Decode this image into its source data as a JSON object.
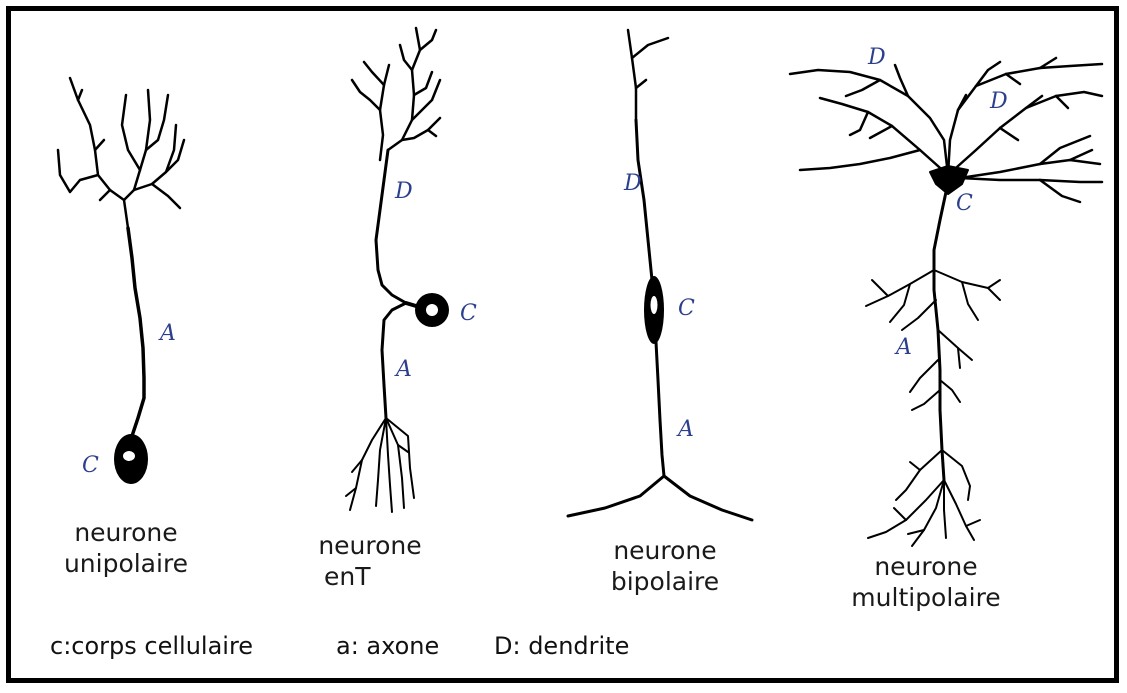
{
  "neurons": [
    {
      "line1": "neurone",
      "line2": "unipolaire"
    },
    {
      "line1": "neurone",
      "line2": "enT"
    },
    {
      "line1": "neurone",
      "line2": "bipolaire"
    },
    {
      "line1": "neurone",
      "line2": "multipolaire"
    }
  ],
  "markers": {
    "dendrite": "D",
    "axon": "A",
    "cell_body": "C"
  },
  "legend": {
    "cell_body": "c:corps cellulaire",
    "axon": "a: axone",
    "dendrite": "D: dendrite"
  },
  "colors": {
    "ink": "#000000",
    "marker": "#2c3f8c",
    "border": "#000000"
  }
}
